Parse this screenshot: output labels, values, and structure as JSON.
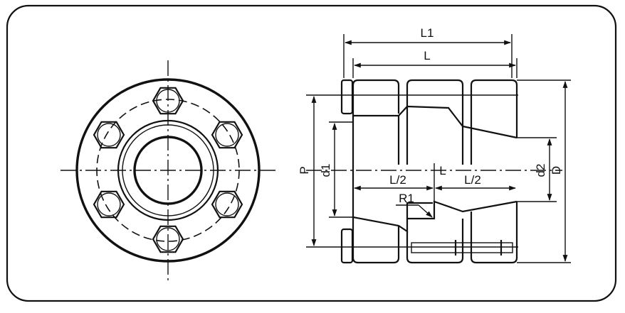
{
  "labels": {
    "L1": "L1",
    "L": "L",
    "P": "P",
    "d1": "d1",
    "d2": "d2",
    "D": "D",
    "L_half_left": "L/2",
    "L_center": "L",
    "L_half_right": "L/2",
    "R1": "R1"
  },
  "colors": {
    "ink": "#111111",
    "background": "#ffffff"
  }
}
